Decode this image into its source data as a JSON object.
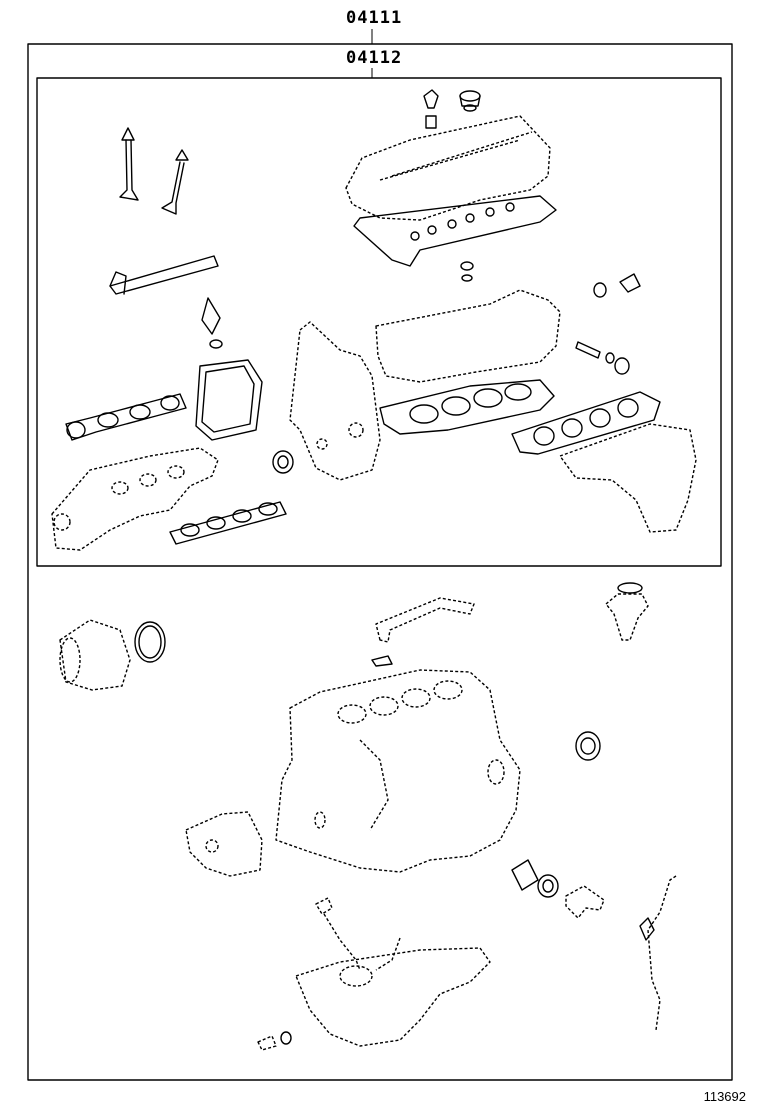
{
  "outer_kit": {
    "part_number": "04111"
  },
  "inner_kit": {
    "part_number": "04112"
  },
  "illustration": {
    "reference_number": "113692"
  }
}
